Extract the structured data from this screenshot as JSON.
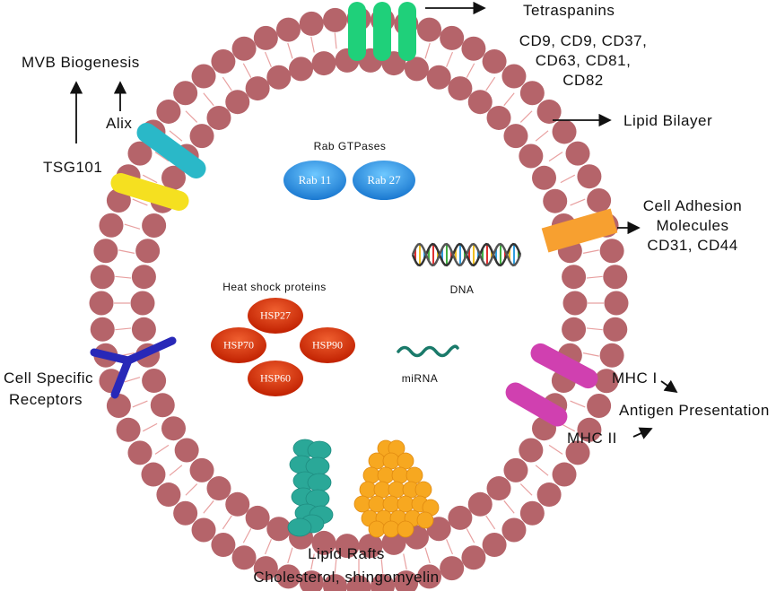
{
  "labels": {
    "tetraspanins": "Tetraspanins",
    "tetraspanin_list_1": "CD9, CD9, CD37,",
    "tetraspanin_list_2": "CD63, CD81,",
    "tetraspanin_list_3": "CD82",
    "mvb_biogenesis": "MVB Biogenesis",
    "alix": "Alix",
    "tsg101": "TSG101",
    "lipid_bilayer": "Lipid Bilayer",
    "cell_adhesion_1": "Cell Adhesion",
    "cell_adhesion_2": "Molecules",
    "cell_adhesion_3": "CD31, CD44",
    "cell_specific_1": "Cell Specific",
    "cell_specific_2": "Receptors",
    "mhc1": "MHC I",
    "mhc2": "MHC II",
    "antigen_presentation": "Antigen Presentation",
    "lipid_rafts": "Lipid Rafts",
    "lipid_rafts_sub": "Cholesterol, shingomyelin",
    "rab_gtpases": "Rab GTPases",
    "rab11": "Rab 11",
    "rab27": "Rab 27",
    "dna": "DNA",
    "heat_shock": "Heat shock proteins",
    "hsp27": "HSP27",
    "hsp70": "HSP70",
    "hsp90": "HSP90",
    "hsp60": "HSP60",
    "mirna": "miRNA"
  },
  "colors": {
    "lipid_head": "#b5646a",
    "tail": "#e8a0a0",
    "tetraspanin": "#1fd07a",
    "alix": "#2ab8c8",
    "tsg101": "#f5e020",
    "adhesion": "#f7a030",
    "receptor": "#2828b8",
    "mhc": "#d040b0",
    "raft_teal": "#2aa898",
    "raft_orange": "#f7a820",
    "rab": "#2a90e0",
    "hsp": "#d83010",
    "mirna": "#1a7a6a"
  }
}
